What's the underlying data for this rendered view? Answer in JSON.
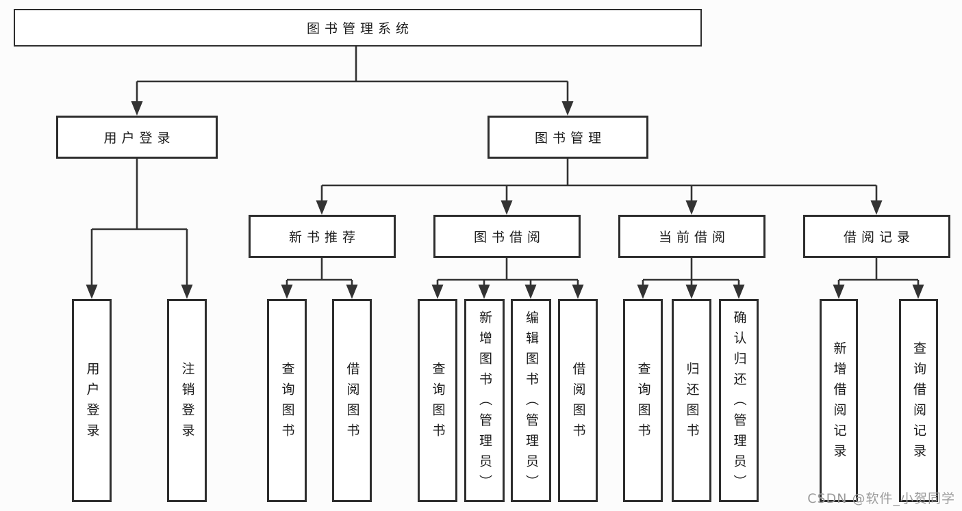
{
  "tree": {
    "root": {
      "label": "图书管理系统"
    },
    "branches": [
      {
        "label": "用户登录",
        "children": [
          {
            "label": "用户登录"
          },
          {
            "label": "注销登录"
          }
        ]
      },
      {
        "label": "图书管理",
        "children": [
          {
            "label": "新书推荐",
            "children": [
              {
                "label": "查询图书"
              },
              {
                "label": "借阅图书"
              }
            ]
          },
          {
            "label": "图书借阅",
            "children": [
              {
                "label": "查询图书"
              },
              {
                "label": "新增图书（管理员）"
              },
              {
                "label": "编辑图书（管理员）"
              },
              {
                "label": "借阅图书"
              }
            ]
          },
          {
            "label": "当前借阅",
            "children": [
              {
                "label": "查询图书"
              },
              {
                "label": "归还图书"
              },
              {
                "label": "确认归还（管理员）"
              }
            ]
          },
          {
            "label": "借阅记录",
            "children": [
              {
                "label": "新增借阅记录"
              },
              {
                "label": "查询借阅记录"
              }
            ]
          }
        ]
      }
    ]
  },
  "watermark": {
    "text": "CSDN @软件_小贺同学"
  },
  "colors": {
    "line": "#333333",
    "border": "#2d2d2d",
    "text": "#1c1c1c",
    "background": "#fcfcfc",
    "box_fill": "#ffffff",
    "watermark": "#9c9c9c"
  }
}
